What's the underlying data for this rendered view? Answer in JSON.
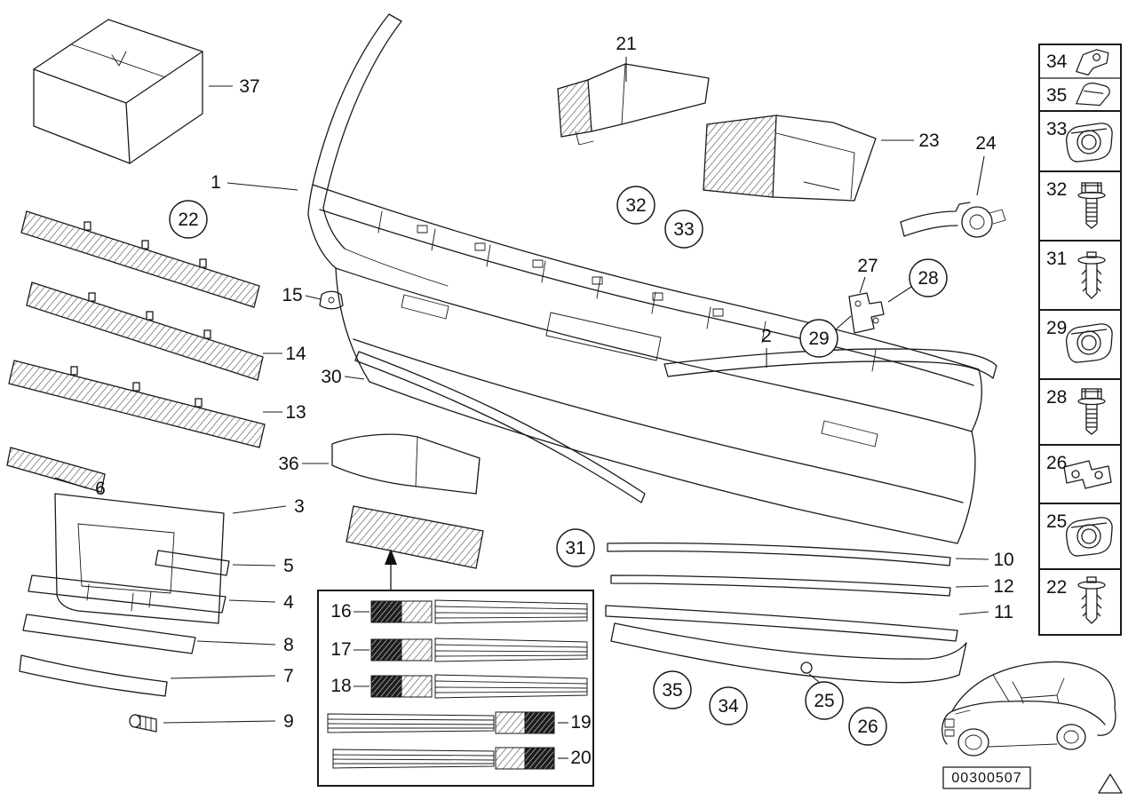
{
  "stamp": {
    "doc_number": "00300507"
  },
  "callouts": {
    "p1": "1",
    "p2": "2",
    "p3": "3",
    "p4": "4",
    "p5": "5",
    "p6": "6",
    "p7": "7",
    "p8": "8",
    "p9": "9",
    "p10": "10",
    "p11": "11",
    "p12": "12",
    "p13": "13",
    "p14": "14",
    "p15": "15",
    "p21": "21",
    "p23": "23",
    "p24": "24",
    "p27": "27",
    "p30": "30",
    "p36": "36",
    "p37": "37"
  },
  "circled_callouts": {
    "c22": "22",
    "c25": "25",
    "c26": "26",
    "c28": "28",
    "c29": "29",
    "c31": "31",
    "c32": "32",
    "c33": "33",
    "c34": "34",
    "c35": "35"
  },
  "sidebar": {
    "items": [
      {
        "label": "34",
        "icon": "bracket-icon"
      },
      {
        "label": "35",
        "icon": "clamp-icon"
      },
      {
        "label": "33",
        "icon": "speed-nut-icon"
      },
      {
        "label": "32",
        "icon": "bolt-icon"
      },
      {
        "label": "31",
        "icon": "expansion-rivet-icon"
      },
      {
        "label": "29",
        "icon": "speed-nut-icon"
      },
      {
        "label": "28",
        "icon": "bolt-icon"
      },
      {
        "label": "26",
        "icon": "bracket-icon"
      },
      {
        "label": "25",
        "icon": "speed-nut-icon"
      },
      {
        "label": "22",
        "icon": "expansion-rivet-icon"
      }
    ]
  },
  "legend": {
    "rows": [
      {
        "label": "16"
      },
      {
        "label": "17"
      },
      {
        "label": "18"
      },
      {
        "label": "19"
      },
      {
        "label": "20"
      }
    ]
  }
}
